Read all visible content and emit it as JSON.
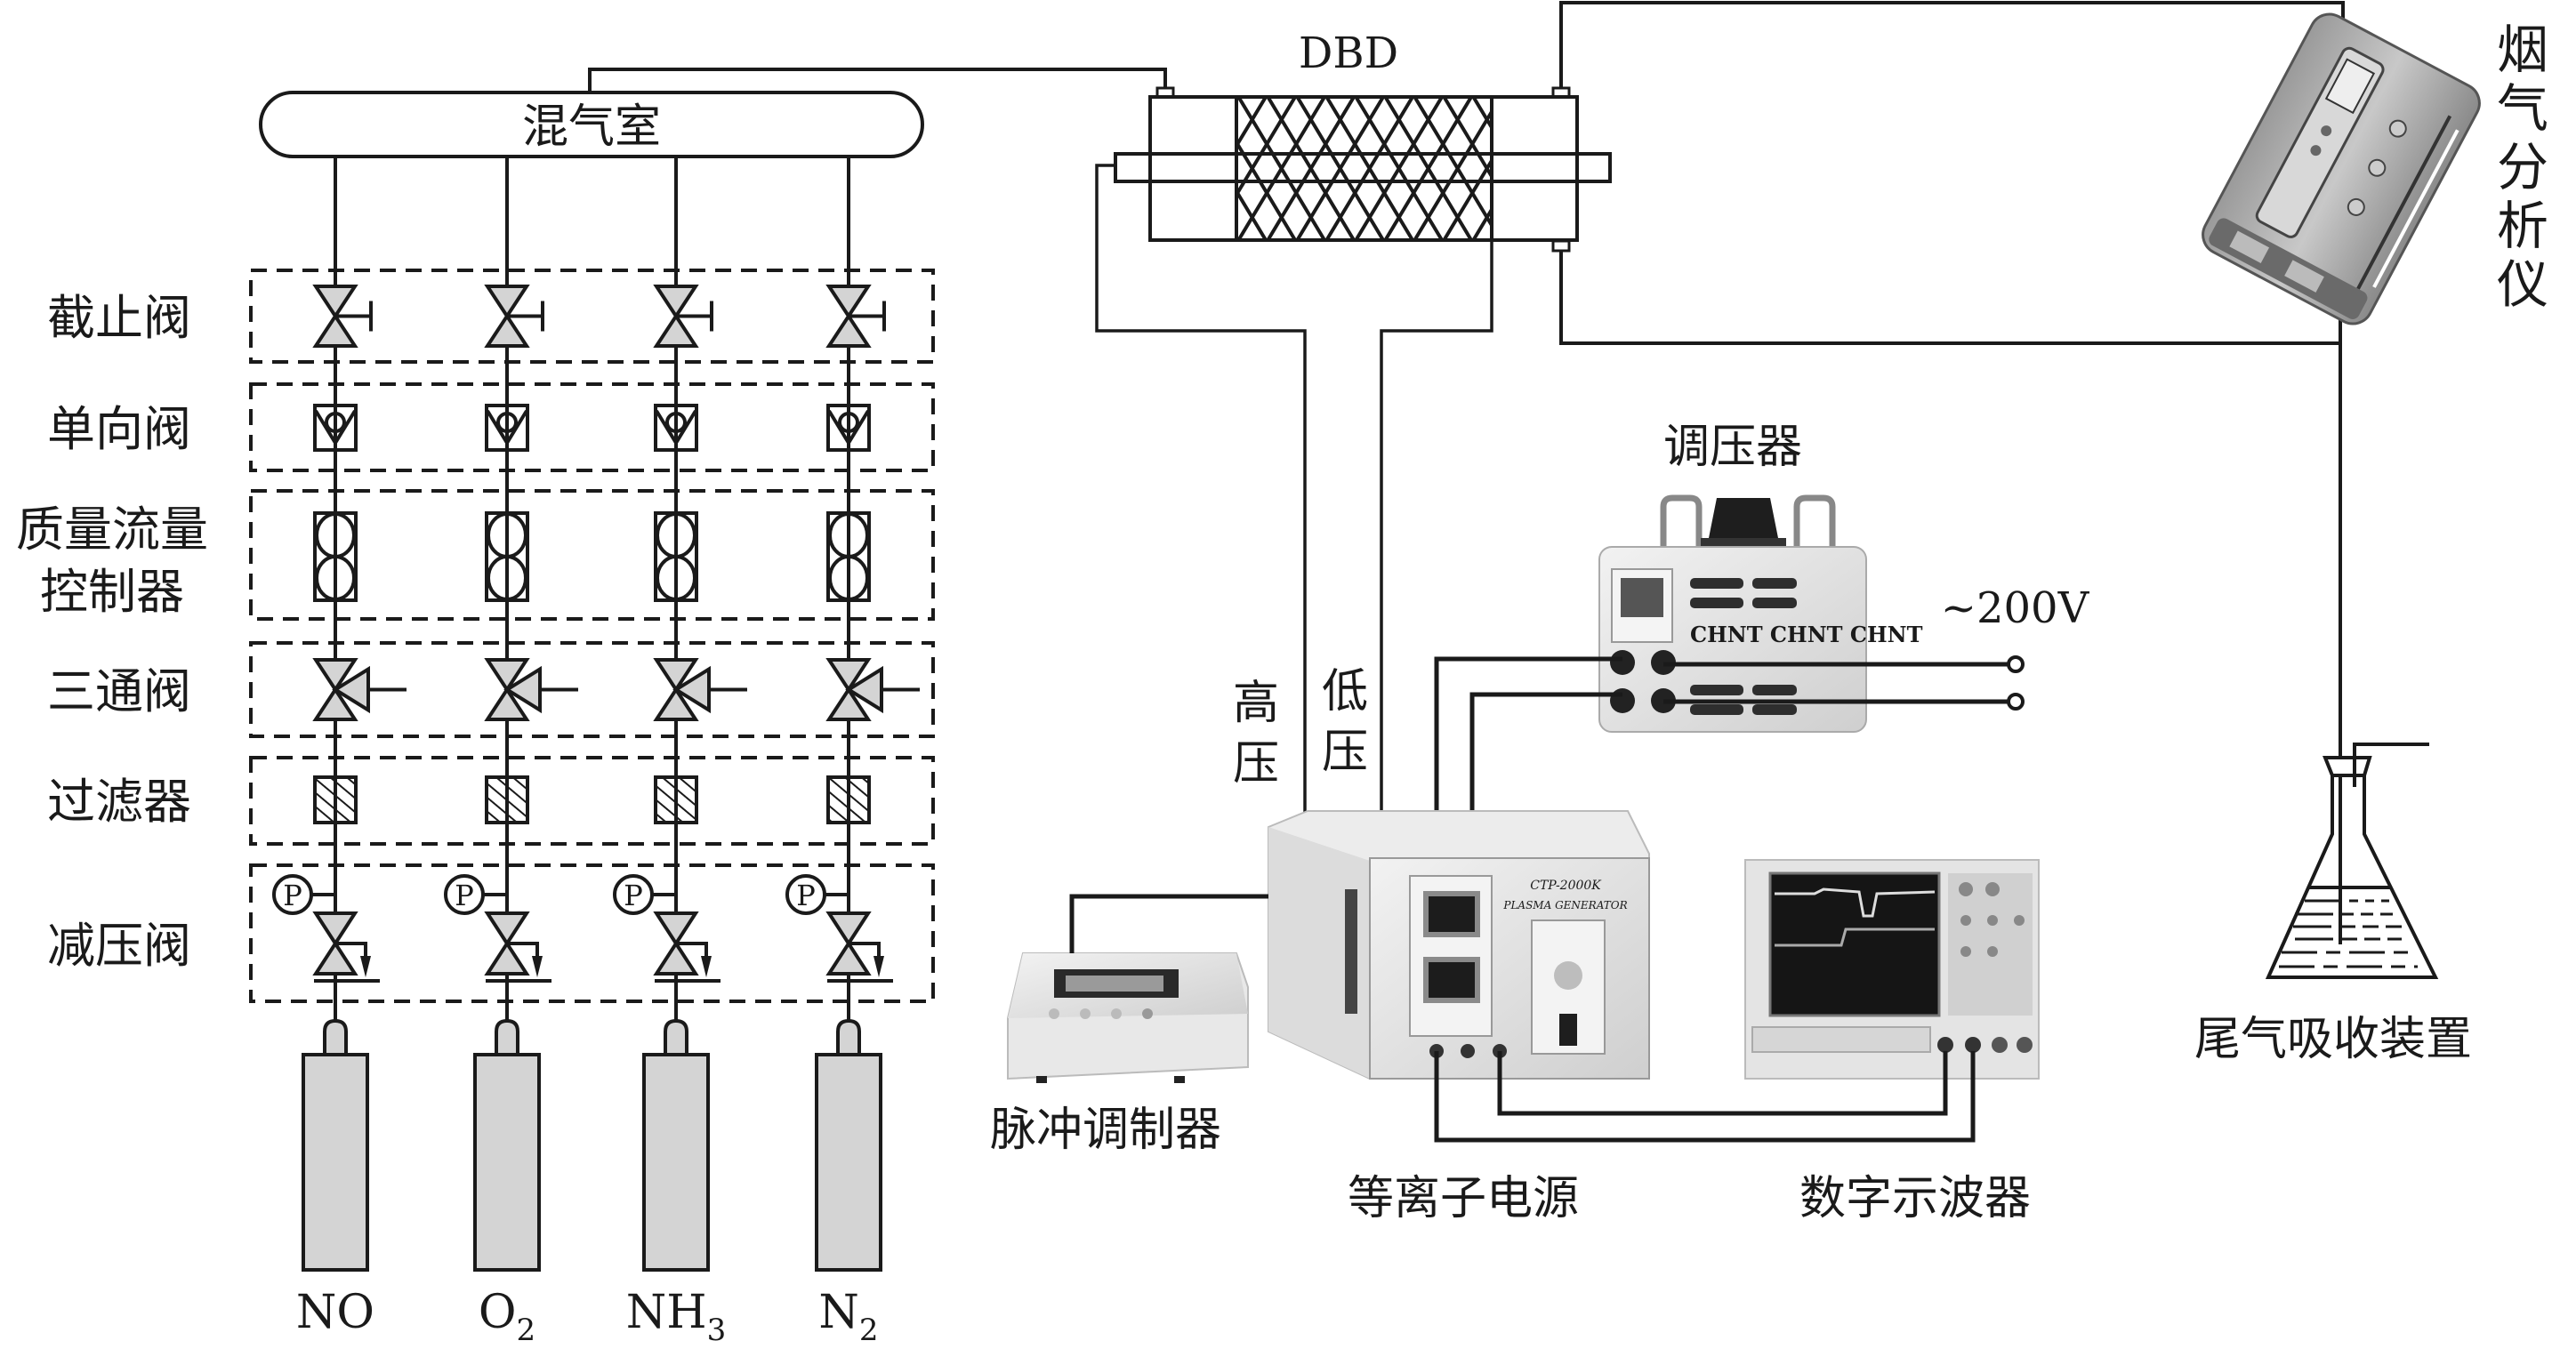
{
  "title": "DBD plasma NOx treatment experimental system",
  "mixing_chamber": {
    "label": "混气室"
  },
  "dbd": {
    "label": "DBD"
  },
  "rows": [
    {
      "label": "截止阀",
      "type": "shutoff-valve"
    },
    {
      "label": "单向阀",
      "type": "check-valve"
    },
    {
      "label": "质量流量",
      "label2": "控制器",
      "type": "mass-flow-controller"
    },
    {
      "label": "三通阀",
      "type": "three-way-valve"
    },
    {
      "label": "过滤器",
      "type": "filter"
    },
    {
      "label": "减压阀",
      "type": "pressure-reducing-valve"
    }
  ],
  "gauge_symbol": "P",
  "gases": [
    {
      "name": "NO",
      "base": "NO",
      "sub": ""
    },
    {
      "name": "O2",
      "base": "O",
      "sub": "2"
    },
    {
      "name": "NH3",
      "base": "NH",
      "sub": "3"
    },
    {
      "name": "N2",
      "base": "N",
      "sub": "2"
    }
  ],
  "devices": {
    "analyzer": "烟气分析仪",
    "regulator": "调压器",
    "mains": "~200V",
    "high_voltage": "高压",
    "low_voltage": "低压",
    "pulse_modulator": "脉冲调制器",
    "plasma_power": "等离子电源",
    "oscilloscope": "数字示波器",
    "exhaust_absorber": "尾气吸收装置"
  },
  "device_markings": {
    "regulator_brand": "CHNT CHNT CHNT",
    "psu_model": "CTP-2000K",
    "psu_name": "PLASMA GENERATOR"
  },
  "colors": {
    "line": "#1a1a1a",
    "valve_fill": "#d4d4d4",
    "device_body": "#e6e6e6",
    "device_dark": "#2a2a2a"
  }
}
